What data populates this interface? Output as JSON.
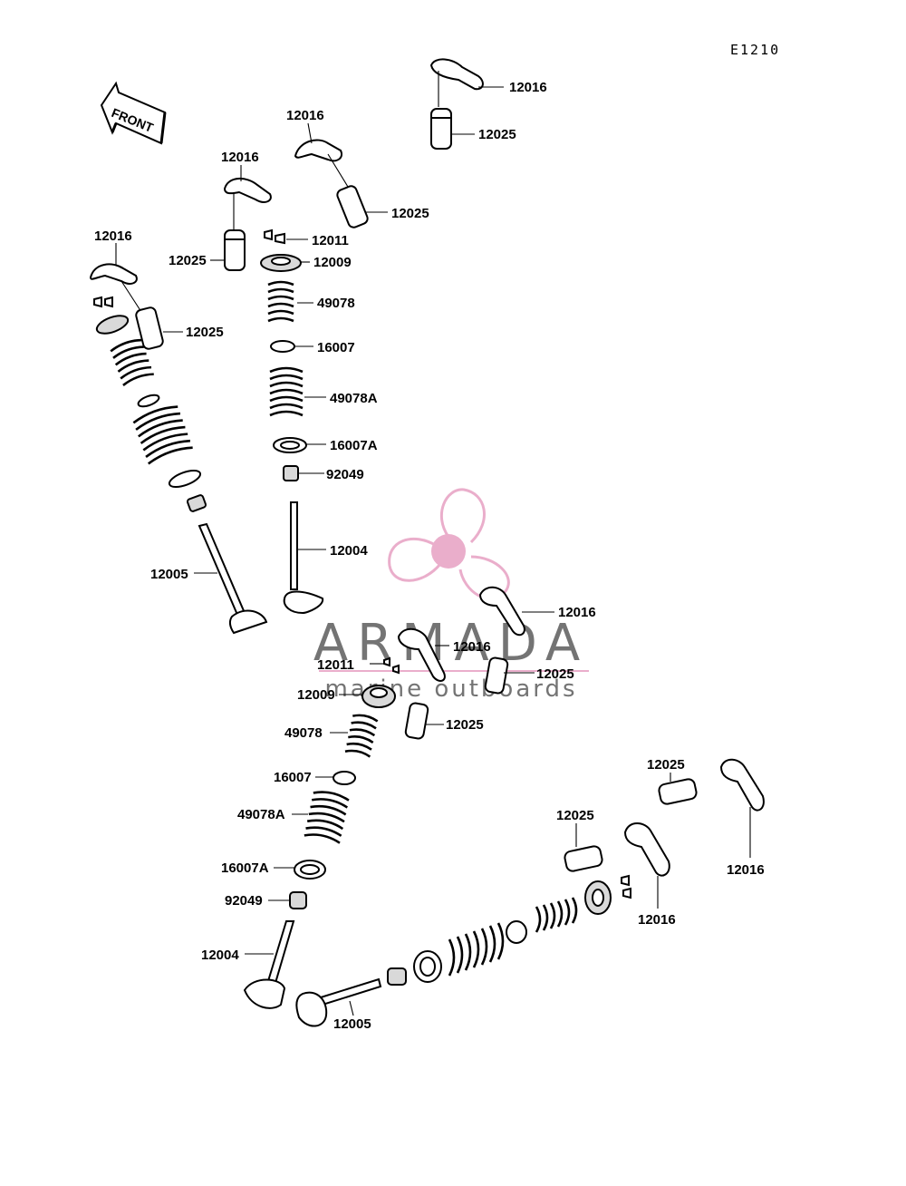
{
  "diagram_code": "E1210",
  "front_label": "FRONT",
  "watermark": {
    "brand": "ARMADA",
    "tagline": "marine outboards",
    "accent_color": "#e8a6c6"
  },
  "labels": {
    "a1": "12016",
    "a2": "12025",
    "a3": "12016",
    "a4": "12025",
    "a5": "12016",
    "a6": "12011",
    "a7": "12025",
    "a8": "12009",
    "a9": "12016",
    "a10": "12025",
    "a11": "49078",
    "a12": "16007",
    "a13": "49078A",
    "a14": "16007A",
    "a15": "92049",
    "a16": "12004",
    "a17": "12005",
    "b1": "12016",
    "b2": "12016",
    "b3": "12011",
    "b4": "12025",
    "b5": "12009",
    "b6": "12025",
    "b7": "49078",
    "b8": "16007",
    "b9": "49078A",
    "b10": "16007A",
    "b11": "92049",
    "b12": "12004",
    "c1": "12025",
    "c2": "12016",
    "c3": "12025",
    "c4": "12016",
    "c5": "12005"
  }
}
